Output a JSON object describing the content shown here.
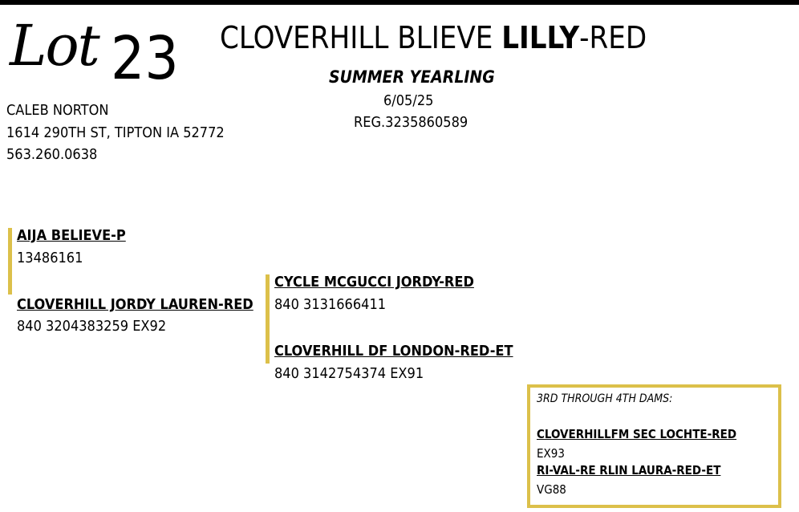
{
  "header": {
    "lot_script": "Lot",
    "lot_number": "23",
    "title_prefix": "CLOVERHILL BLIEVE ",
    "title_bold": "LILLY",
    "title_suffix": "-RED",
    "class": "SUMMER YEARLING",
    "date": "6/05/25",
    "registration": "REG.3235860589"
  },
  "owner": {
    "name": "CALEB NORTON",
    "address": "1614 290TH ST, TIPTON IA 52772",
    "phone": "563.260.0638"
  },
  "pedigree": {
    "sire": {
      "name": "AIJA BELIEVE-P",
      "number": "13486161"
    },
    "dam": {
      "name": "CLOVERHILL JORDY LAUREN-RED",
      "number": "840 3204383259 EX92"
    },
    "dam_sire": {
      "name": "CYCLE MCGUCCI JORDY-RED",
      "number": "840 3131666411"
    },
    "dam_dam": {
      "name": "CLOVERHILL DF LONDON-RED-ET",
      "number": "840 3142754374 EX91"
    }
  },
  "dams": {
    "heading": "3RD THROUGH 4TH DAMS:",
    "items": [
      {
        "name": "CLOVERHILLFM SEC LOCHTE-RED",
        "score": "EX93"
      },
      {
        "name": "RI-VAL-RE RLIN LAURA-RED-ET",
        "score": "VG88"
      }
    ]
  },
  "colors": {
    "accent": "#dcc04a",
    "text": "#000000"
  }
}
